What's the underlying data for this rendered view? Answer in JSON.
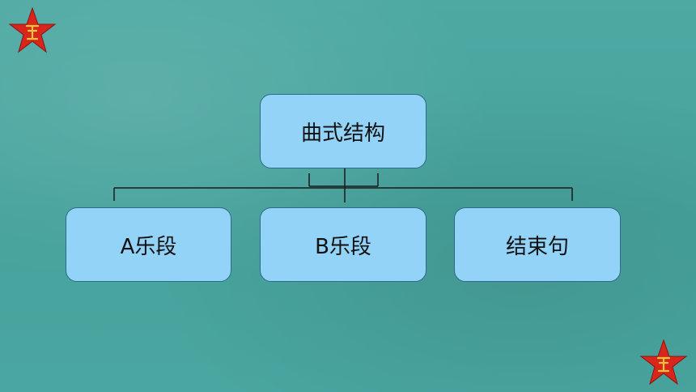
{
  "diagram": {
    "root": {
      "label": "曲式结构"
    },
    "children": [
      {
        "label": "A乐段"
      },
      {
        "label": "B乐段"
      },
      {
        "label": "结束句"
      }
    ]
  },
  "colors": {
    "background": "#4aa6a0",
    "node_fill": "#92d3f7",
    "node_border": "#2c6b8a",
    "connector": "#1a1a1a",
    "star_red": "#d9261c",
    "star_mark": "#f2c43a"
  },
  "icons": {
    "corner_star": "army-star-icon"
  }
}
